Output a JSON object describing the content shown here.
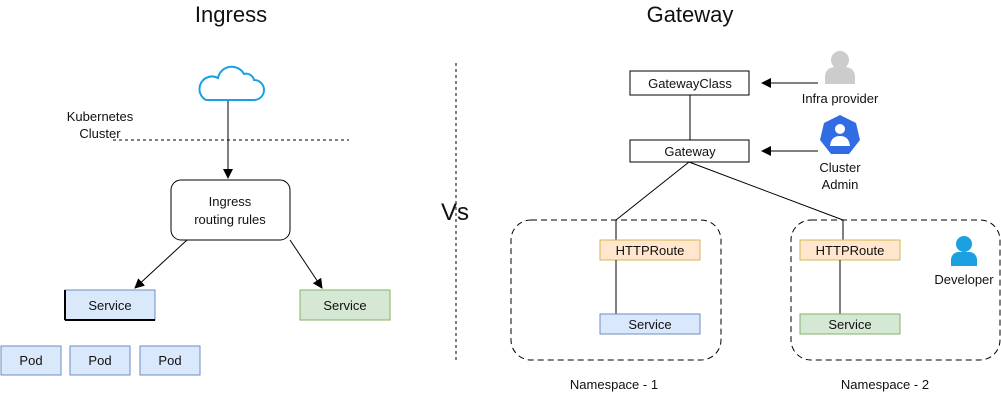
{
  "ingress": {
    "title": "Ingress",
    "cluster_label_line1": "Kubernetes",
    "cluster_label_line2": "Cluster",
    "routing_line1": "Ingress",
    "routing_line2": "routing rules",
    "service_left": "Service",
    "service_right": "Service",
    "pods": [
      "Pod",
      "Pod",
      "Pod"
    ]
  },
  "vs_label": "Vs",
  "gateway": {
    "title": "Gateway",
    "gateway_class": "GatewayClass",
    "gateway": "Gateway",
    "infra_provider": "Infra provider",
    "cluster_admin_line1": "Cluster",
    "cluster_admin_line2": "Admin",
    "developer": "Developer",
    "namespaces": [
      {
        "label": "Namespace - 1",
        "route": "HTTPRoute",
        "service": "Service"
      },
      {
        "label": "Namespace - 2",
        "route": "HTTPRoute",
        "service": "Service"
      }
    ]
  },
  "colors": {
    "blue_fill": "#dae8fc",
    "blue_stroke": "#6c8ebf",
    "green_fill": "#d5e8d4",
    "green_stroke": "#82b366",
    "orange_fill": "#ffe6cc",
    "orange_stroke": "#d6b656",
    "cloud": "#1ba1e2",
    "k8s_blue": "#326ce5",
    "person_gray": "#cccccc",
    "developer_blue": "#1ba1e2"
  }
}
